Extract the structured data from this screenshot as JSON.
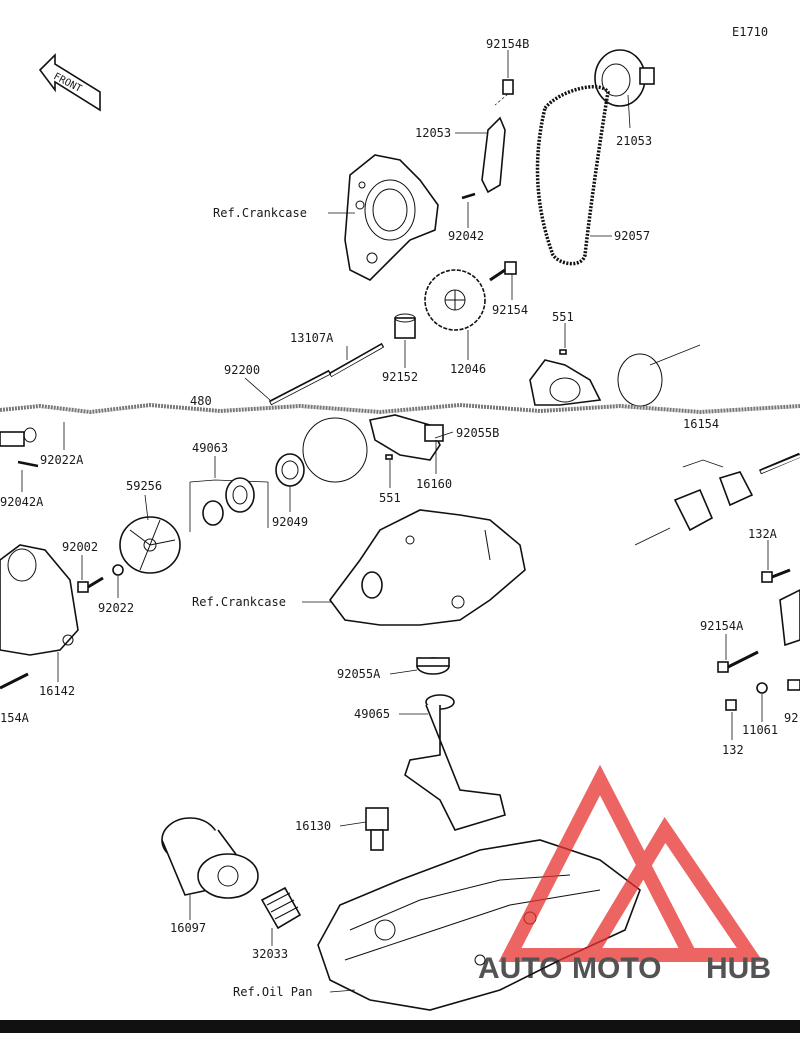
{
  "diagram_code": "E1710",
  "front_marker": "FRONT",
  "labels": {
    "p92154B": "92154B",
    "p12053": "12053",
    "p21053": "21053",
    "ref_crankcase_top": "Ref.Crankcase",
    "p92042": "92042",
    "p92057": "92057",
    "p92154": "92154",
    "p551_top": "551",
    "p13107A": "13107A",
    "p92152": "92152",
    "p12046": "12046",
    "p92200": "92200",
    "p480": "480",
    "p92055B": "92055B",
    "p16154": "16154",
    "p92022A": "92022A",
    "p49063": "49063",
    "p92042A": "92042A",
    "p59256": "59256",
    "p92049": "92049",
    "p551_mid": "551",
    "p16160": "16160",
    "p92002": "92002",
    "p92022": "92022",
    "p132A": "132A",
    "ref_crankcase_mid": "Ref.Crankcase",
    "p16142": "16142",
    "p154A": "154A",
    "p92154A": "92154A",
    "p92055A": "92055A",
    "p49065": "49065",
    "p11061": "11061",
    "p92_right": "92",
    "p132": "132",
    "p16130": "16130",
    "p16097": "16097",
    "p32033": "32033",
    "ref_oil_pan": "Ref.Oil Pan"
  },
  "watermark": {
    "part1": "AUTO",
    "part2": "MOTO",
    "part3": "HUB",
    "color_red": "#e8322f",
    "color_orange": "#f5a524",
    "color_dark": "#3a3a3a"
  }
}
